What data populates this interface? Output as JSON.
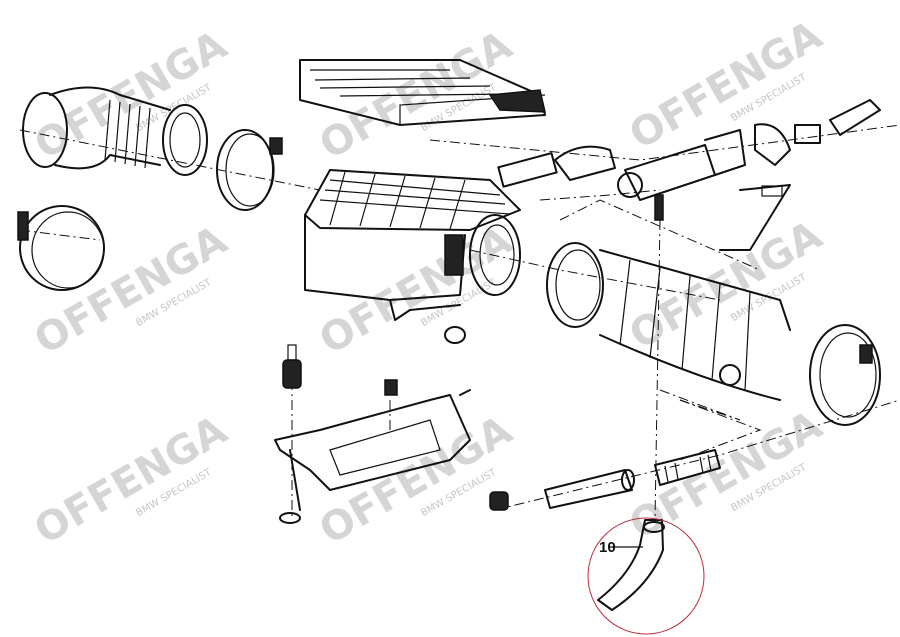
{
  "diagram": {
    "callout_label": "10",
    "highlight_color": "#c0283a",
    "watermark": {
      "brand": "OFFENGA",
      "tagline": "BMW SPECIALIST"
    }
  }
}
